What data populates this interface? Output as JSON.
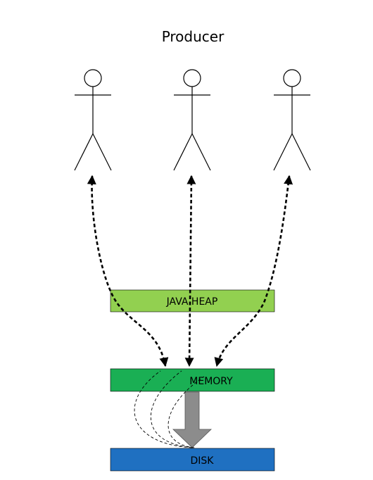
{
  "title": "Producer",
  "boxes": {
    "java_heap": {
      "label": "JAVA HEAP",
      "color": "#92d050"
    },
    "memory": {
      "label": "MEMORY",
      "color": "#1aaf54"
    },
    "disk": {
      "label": "DISK",
      "color": "#1f70c1"
    }
  },
  "actors": [
    {
      "icon": "stick-figure"
    },
    {
      "icon": "stick-figure"
    },
    {
      "icon": "stick-figure"
    }
  ],
  "flush_arrow": {
    "color": "#8c8c8c"
  }
}
